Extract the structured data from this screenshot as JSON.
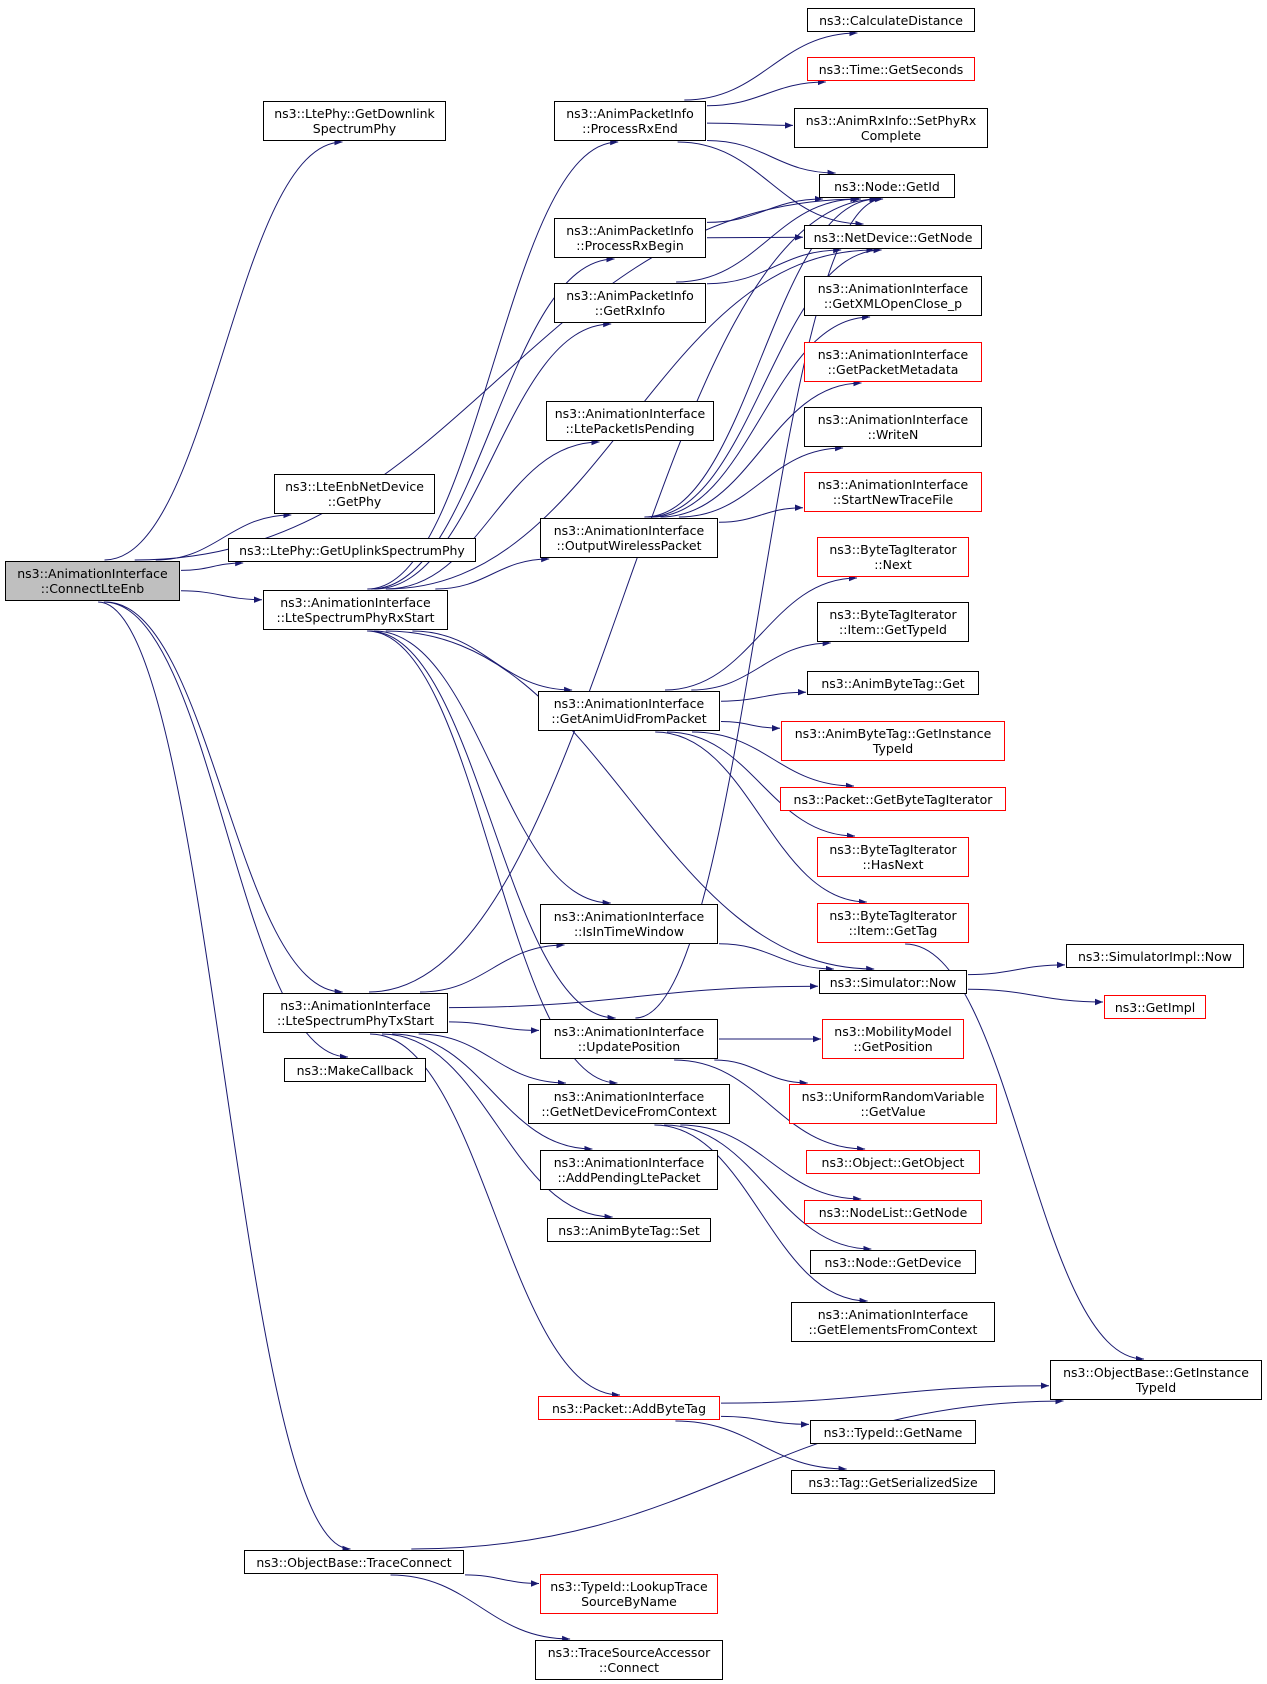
{
  "colors": {
    "edge": "#191970",
    "border": "#000000",
    "undocumented_border": "#ff0000",
    "root_fill": "#bfbfbf"
  },
  "nodes": [
    {
      "id": "root",
      "label": "ns3::AnimationInterface\n::ConnectLteEnb",
      "red": false,
      "root": true
    },
    {
      "id": "getDownlink",
      "label": "ns3::LtePhy::GetDownlink\nSpectrumPhy",
      "red": false
    },
    {
      "id": "enbGetPhy",
      "label": "ns3::LteEnbNetDevice\n::GetPhy",
      "red": false
    },
    {
      "id": "getUplink",
      "label": "ns3::LtePhy::GetUplinkSpectrumPhy",
      "red": false
    },
    {
      "id": "rxStart",
      "label": "ns3::AnimationInterface\n::LteSpectrumPhyRxStart",
      "red": false
    },
    {
      "id": "txStart",
      "label": "ns3::AnimationInterface\n::LteSpectrumPhyTxStart",
      "red": false
    },
    {
      "id": "makeCallback",
      "label": "ns3::MakeCallback",
      "red": false
    },
    {
      "id": "traceConnect",
      "label": "ns3::ObjectBase::TraceConnect",
      "red": false
    },
    {
      "id": "processRxEnd",
      "label": "ns3::AnimPacketInfo\n::ProcessRxEnd",
      "red": false
    },
    {
      "id": "processRxBegin",
      "label": "ns3::AnimPacketInfo\n::ProcessRxBegin",
      "red": false
    },
    {
      "id": "getRxInfo",
      "label": "ns3::AnimPacketInfo\n::GetRxInfo",
      "red": false
    },
    {
      "id": "ltePending",
      "label": "ns3::AnimationInterface\n::LtePacketIsPending",
      "red": false
    },
    {
      "id": "outWireless",
      "label": "ns3::AnimationInterface\n::OutputWirelessPacket",
      "red": false
    },
    {
      "id": "getAnimUid",
      "label": "ns3::AnimationInterface\n::GetAnimUidFromPacket",
      "red": false
    },
    {
      "id": "isInTime",
      "label": "ns3::AnimationInterface\n::IsInTimeWindow",
      "red": false
    },
    {
      "id": "updatePos",
      "label": "ns3::AnimationInterface\n::UpdatePosition",
      "red": false
    },
    {
      "id": "getNetDevCtx",
      "label": "ns3::AnimationInterface\n::GetNetDeviceFromContext",
      "red": false
    },
    {
      "id": "addPending",
      "label": "ns3::AnimationInterface\n::AddPendingLtePacket",
      "red": false
    },
    {
      "id": "byteTagSet",
      "label": "ns3::AnimByteTag::Set",
      "red": false
    },
    {
      "id": "addByteTag",
      "label": "ns3::Packet::AddByteTag",
      "red": true
    },
    {
      "id": "lookupTrace",
      "label": "ns3::TypeId::LookupTrace\nSourceByName",
      "red": true
    },
    {
      "id": "traceSrcConnect",
      "label": "ns3::TraceSourceAccessor\n::Connect",
      "red": false
    },
    {
      "id": "calcDist",
      "label": "ns3::CalculateDistance",
      "red": false
    },
    {
      "id": "timeGetSec",
      "label": "ns3::Time::GetSeconds",
      "red": true
    },
    {
      "id": "setPhyRx",
      "label": "ns3::AnimRxInfo::SetPhyRx\nComplete",
      "red": false
    },
    {
      "id": "nodeGetId",
      "label": "ns3::Node::GetId",
      "red": false
    },
    {
      "id": "netDevGetNode",
      "label": "ns3::NetDevice::GetNode",
      "red": false
    },
    {
      "id": "getXml",
      "label": "ns3::AnimationInterface\n::GetXMLOpenClose_p",
      "red": false
    },
    {
      "id": "getPktMeta",
      "label": "ns3::AnimationInterface\n::GetPacketMetadata",
      "red": true
    },
    {
      "id": "writeN",
      "label": "ns3::AnimationInterface\n::WriteN",
      "red": false
    },
    {
      "id": "startTrace",
      "label": "ns3::AnimationInterface\n::StartNewTraceFile",
      "red": true
    },
    {
      "id": "btiNext",
      "label": "ns3::ByteTagIterator\n::Next",
      "red": true
    },
    {
      "id": "btiItemType",
      "label": "ns3::ByteTagIterator\n::Item::GetTypeId",
      "red": false
    },
    {
      "id": "abtGet",
      "label": "ns3::AnimByteTag::Get",
      "red": false
    },
    {
      "id": "abtInst",
      "label": "ns3::AnimByteTag::GetInstance\nTypeId",
      "red": true
    },
    {
      "id": "pktGetBti",
      "label": "ns3::Packet::GetByteTagIterator",
      "red": true
    },
    {
      "id": "btiHasNext",
      "label": "ns3::ByteTagIterator\n::HasNext",
      "red": true
    },
    {
      "id": "btiItemTag",
      "label": "ns3::ByteTagIterator\n::Item::GetTag",
      "red": true
    },
    {
      "id": "simNow",
      "label": "ns3::Simulator::Now",
      "red": false
    },
    {
      "id": "mobGetPos",
      "label": "ns3::MobilityModel\n::GetPosition",
      "red": true
    },
    {
      "id": "urvGetValue",
      "label": "ns3::UniformRandomVariable\n::GetValue",
      "red": true
    },
    {
      "id": "objGetObj",
      "label": "ns3::Object::GetObject",
      "red": true
    },
    {
      "id": "nodeListGet",
      "label": "ns3::NodeList::GetNode",
      "red": true
    },
    {
      "id": "nodeGetDev",
      "label": "ns3::Node::GetDevice",
      "red": false
    },
    {
      "id": "getElems",
      "label": "ns3::AnimationInterface\n::GetElementsFromContext",
      "red": false
    },
    {
      "id": "typeIdGetName",
      "label": "ns3::TypeId::GetName",
      "red": false
    },
    {
      "id": "tagGetSer",
      "label": "ns3::Tag::GetSerializedSize",
      "red": false
    },
    {
      "id": "simImplNow",
      "label": "ns3::SimulatorImpl::Now",
      "red": false
    },
    {
      "id": "getImpl",
      "label": "ns3::GetImpl",
      "red": true
    },
    {
      "id": "objBaseInst",
      "label": "ns3::ObjectBase::GetInstance\nTypeId",
      "red": false
    }
  ],
  "edges": [
    [
      "root",
      "getDownlink"
    ],
    [
      "root",
      "nodeGetId"
    ],
    [
      "root",
      "enbGetPhy"
    ],
    [
      "root",
      "getUplink"
    ],
    [
      "root",
      "rxStart"
    ],
    [
      "root",
      "txStart"
    ],
    [
      "root",
      "makeCallback"
    ],
    [
      "root",
      "traceConnect"
    ],
    [
      "rxStart",
      "processRxEnd"
    ],
    [
      "rxStart",
      "processRxBegin"
    ],
    [
      "rxStart",
      "getRxInfo"
    ],
    [
      "rxStart",
      "ltePending"
    ],
    [
      "rxStart",
      "outWireless"
    ],
    [
      "rxStart",
      "getAnimUid"
    ],
    [
      "rxStart",
      "isInTime"
    ],
    [
      "rxStart",
      "updatePos"
    ],
    [
      "rxStart",
      "getNetDevCtx"
    ],
    [
      "rxStart",
      "simNow"
    ],
    [
      "rxStart",
      "netDevGetNode"
    ],
    [
      "txStart",
      "isInTime"
    ],
    [
      "txStart",
      "simNow"
    ],
    [
      "txStart",
      "updatePos"
    ],
    [
      "txStart",
      "getNetDevCtx"
    ],
    [
      "txStart",
      "addPending"
    ],
    [
      "txStart",
      "byteTagSet"
    ],
    [
      "txStart",
      "addByteTag"
    ],
    [
      "txStart",
      "nodeGetId"
    ],
    [
      "traceConnect",
      "objBaseInst"
    ],
    [
      "traceConnect",
      "lookupTrace"
    ],
    [
      "traceConnect",
      "traceSrcConnect"
    ],
    [
      "processRxEnd",
      "calcDist"
    ],
    [
      "processRxEnd",
      "timeGetSec"
    ],
    [
      "processRxEnd",
      "setPhyRx"
    ],
    [
      "processRxEnd",
      "nodeGetId"
    ],
    [
      "processRxEnd",
      "netDevGetNode"
    ],
    [
      "processRxBegin",
      "nodeGetId"
    ],
    [
      "processRxBegin",
      "netDevGetNode"
    ],
    [
      "getRxInfo",
      "nodeGetId"
    ],
    [
      "getRxInfo",
      "netDevGetNode"
    ],
    [
      "outWireless",
      "nodeGetId"
    ],
    [
      "outWireless",
      "netDevGetNode"
    ],
    [
      "outWireless",
      "getXml"
    ],
    [
      "outWireless",
      "getPktMeta"
    ],
    [
      "outWireless",
      "writeN"
    ],
    [
      "outWireless",
      "startTrace"
    ],
    [
      "getAnimUid",
      "btiNext"
    ],
    [
      "getAnimUid",
      "btiItemType"
    ],
    [
      "getAnimUid",
      "abtGet"
    ],
    [
      "getAnimUid",
      "abtInst"
    ],
    [
      "getAnimUid",
      "pktGetBti"
    ],
    [
      "getAnimUid",
      "btiHasNext"
    ],
    [
      "getAnimUid",
      "btiItemTag"
    ],
    [
      "isInTime",
      "simNow"
    ],
    [
      "updatePos",
      "nodeGetId"
    ],
    [
      "updatePos",
      "mobGetPos"
    ],
    [
      "updatePos",
      "urvGetValue"
    ],
    [
      "updatePos",
      "objGetObj"
    ],
    [
      "getNetDevCtx",
      "nodeListGet"
    ],
    [
      "getNetDevCtx",
      "nodeGetDev"
    ],
    [
      "getNetDevCtx",
      "getElems"
    ],
    [
      "addByteTag",
      "objBaseInst"
    ],
    [
      "addByteTag",
      "typeIdGetName"
    ],
    [
      "addByteTag",
      "tagGetSer"
    ],
    [
      "btiItemTag",
      "objBaseInst"
    ],
    [
      "simNow",
      "simImplNow"
    ],
    [
      "simNow",
      "getImpl"
    ]
  ]
}
